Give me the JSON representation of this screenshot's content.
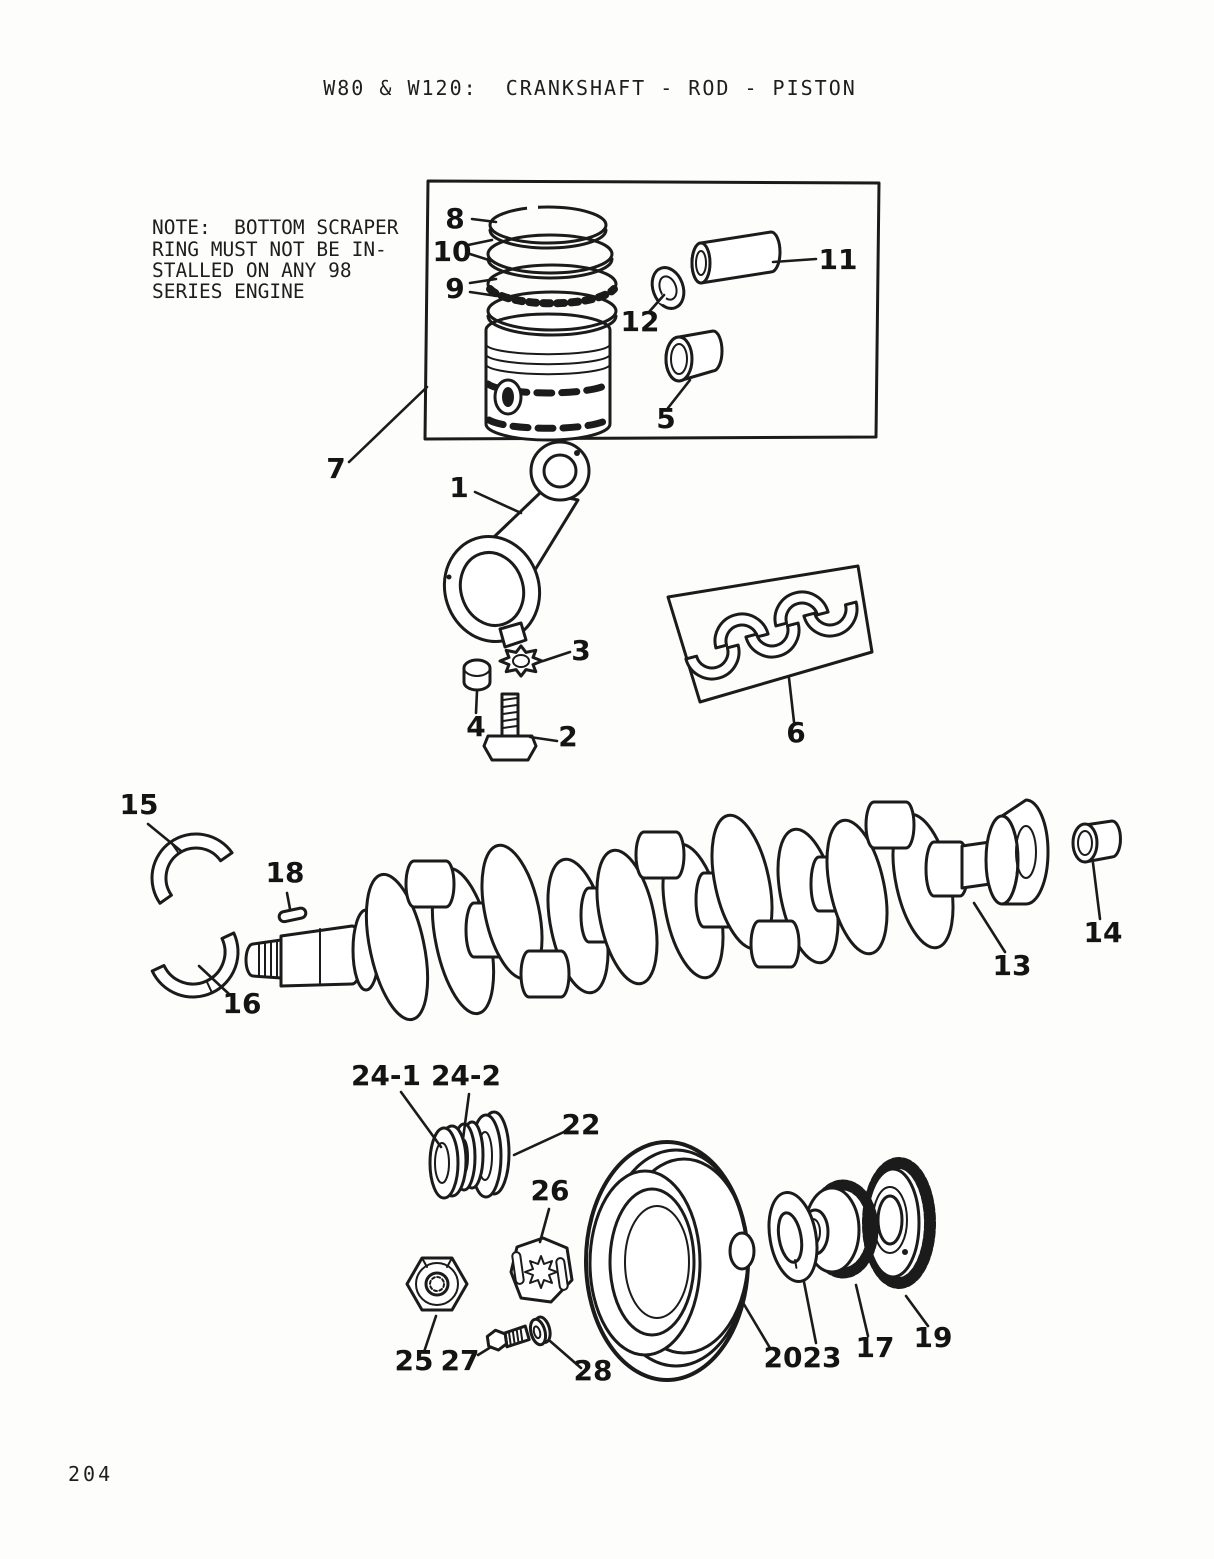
{
  "page": {
    "title": "W80 & W120:  CRANKSHAFT - ROD - PISTON",
    "page_number": "204",
    "note": {
      "line1": "NOTE:  BOTTOM SCRAPER",
      "line2": "RING MUST NOT BE IN-",
      "line3": "STALLED ON ANY 98",
      "line4": "SERIES ENGINE"
    }
  },
  "diagram": {
    "type": "exploded-parts-diagram",
    "ink_color": "#1b1b1b",
    "paper_color": "#ffffff"
  },
  "labels": {
    "p1": "1",
    "p2": "2",
    "p3": "3",
    "p4": "4",
    "p5": "5",
    "p6": "6",
    "p7": "7",
    "p8": "8",
    "p9": "9",
    "p10": "10",
    "p11": "11",
    "p12": "12",
    "p13": "13",
    "p14": "14",
    "p15": "15",
    "p16": "16",
    "p17": "17",
    "p18": "18",
    "p19": "19",
    "p20": "20",
    "p22": "22",
    "p23": "23",
    "p24_1": "24-1",
    "p24_2": "24-2",
    "p25": "25",
    "p26": "26",
    "p27": "27",
    "p28": "28"
  }
}
